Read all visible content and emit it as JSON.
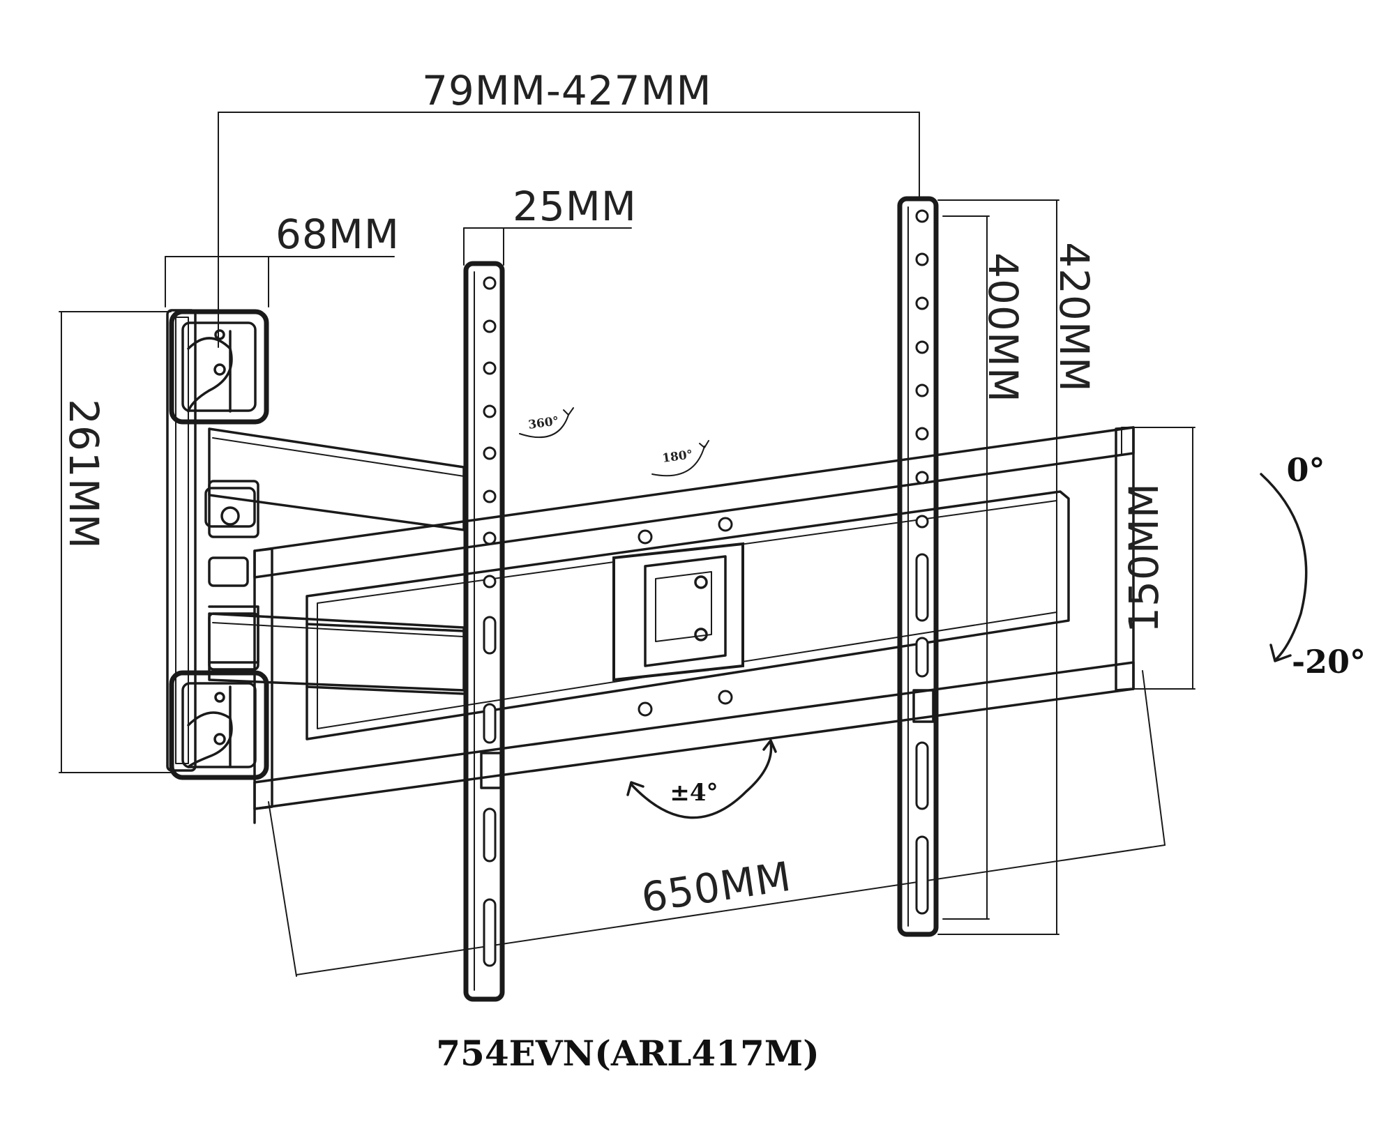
{
  "dimensions": {
    "arm_extension": "79MM-427MM",
    "rail_width": "25MM",
    "wall_plate_width": "68MM",
    "wall_plate_height": "261MM",
    "hole_spacing_vertical": "400MM",
    "rail_length": "420MM",
    "bracket_height": "150MM",
    "horizontal_span": "650MM"
  },
  "angles": {
    "swivel_rail": "360°",
    "swivel_arm": "180°",
    "level_adjust": "±4°",
    "tilt_top": "0°",
    "tilt_bottom": "-20°"
  },
  "model": "754EVN(ARL417M)",
  "colors": {
    "ink": "#1a1a1a",
    "background": "#ffffff"
  }
}
